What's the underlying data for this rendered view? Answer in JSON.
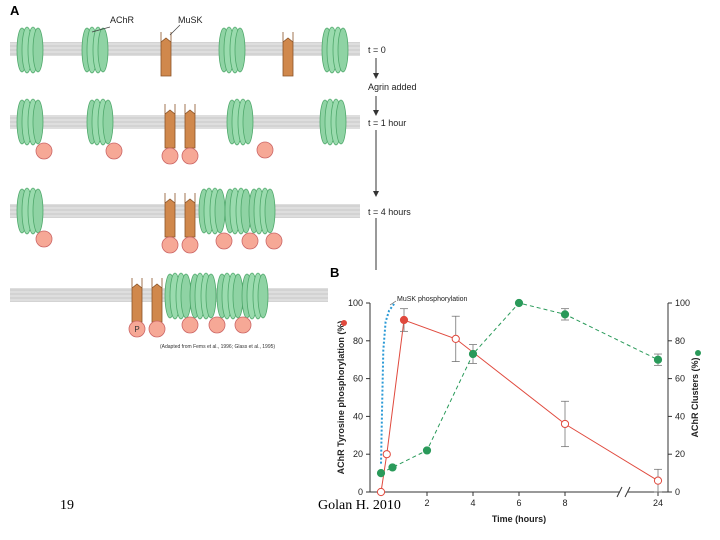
{
  "panel_a": {
    "label": "A",
    "achr_label": "AChR",
    "musk_label": "MuSK",
    "times": [
      "t = 0",
      "t = 1 hour",
      "t = 4 hours"
    ],
    "agrin_label": "Agrin added",
    "p_label": "P",
    "citation": "(Adapted from Fems et al., 1996; Glass et al., 1995)"
  },
  "panel_b": {
    "label": "B",
    "curve_label": "MuSK phosphorylation",
    "colors": {
      "red": "#e0493d",
      "green": "#2a9a5a",
      "blue": "#2b9ad6",
      "membrane": "#d9d9d9"
    }
  },
  "chart_data": {
    "type": "line",
    "xlabel": "Time (hours)",
    "ylabel_left": "AChR Tyrosine phosphorylation (%)",
    "ylabel_right": "AChR Clusters (%)",
    "x_ticks": [
      "0",
      "2",
      "4",
      "6",
      "8",
      "24"
    ],
    "y_ticks_left": [
      "0",
      "20",
      "40",
      "60",
      "80",
      "100"
    ],
    "y_ticks_right": [
      "0",
      "20",
      "40",
      "60",
      "80",
      "100"
    ],
    "ylim": [
      0,
      100
    ],
    "axis_break": "between 8 and 24 hours",
    "series": [
      {
        "name": "AChR Tyrosine phosphorylation",
        "color": "#e0493d",
        "x": [
          0,
          0.25,
          1,
          3.25,
          8,
          24
        ],
        "y": [
          0,
          20,
          91,
          81,
          36,
          6
        ],
        "err": [
          0,
          0,
          6,
          12,
          12,
          6
        ]
      },
      {
        "name": "AChR Clusters",
        "color": "#2a9a5a",
        "x": [
          0,
          0.5,
          2,
          4,
          6,
          8,
          24
        ],
        "y": [
          10,
          13,
          22,
          73,
          100,
          94,
          70
        ],
        "err": [
          0,
          0,
          0,
          5,
          0,
          3,
          3
        ]
      },
      {
        "name": "MuSK phosphorylation",
        "color": "#2b9ad6",
        "x": [
          0,
          0.05,
          0.1,
          0.2,
          0.35,
          0.6
        ],
        "y": [
          15,
          45,
          75,
          90,
          96,
          100
        ]
      }
    ]
  },
  "footer": {
    "slide_number": "19",
    "citation": "Golan H. 2010"
  }
}
